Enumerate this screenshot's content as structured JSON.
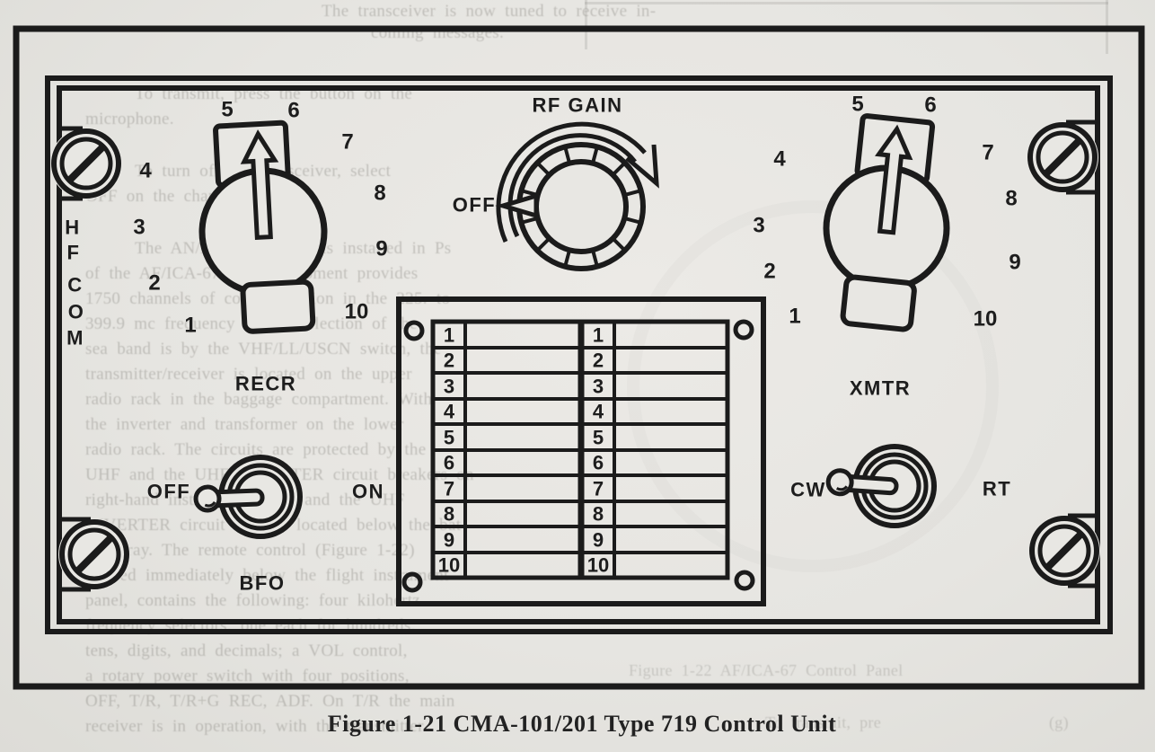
{
  "figure": {
    "caption": "Figure 1-21  CMA-101/201 Type 719 Control Unit"
  },
  "panel": {
    "hf_com": {
      "letters": [
        "H",
        "F",
        "C",
        "O",
        "M"
      ]
    },
    "rf_gain": {
      "label": "RF GAIN",
      "off": "OFF"
    },
    "recr": {
      "label": "RECR",
      "numbers": [
        "1",
        "2",
        "3",
        "4",
        "5",
        "6",
        "7",
        "8",
        "9",
        "10"
      ]
    },
    "xmtr": {
      "label": "XMTR",
      "numbers": [
        "1",
        "2",
        "3",
        "4",
        "5",
        "6",
        "7",
        "8",
        "9",
        "10"
      ]
    },
    "bfo_switch": {
      "off": "OFF",
      "on": "ON",
      "label": "BFO"
    },
    "mode_switch": {
      "cw": "CW",
      "rt": "RT"
    },
    "channel_card": {
      "left": [
        "1",
        "2",
        "3",
        "4",
        "5",
        "6",
        "7",
        "8",
        "9",
        "10"
      ],
      "right": [
        "1",
        "2",
        "3",
        "4",
        "5",
        "6",
        "7",
        "8",
        "9",
        "10"
      ]
    }
  },
  "bleedthrough": {
    "top": [
      "The transceiver is now tuned to receive in-",
      "coming messages."
    ],
    "left": [
      "To transmit, press the button on the",
      "microphone.",
      "To turn off the transceiver, select",
      "OFF on the channel selector.",
      "The AN/ARC-552 UHF is installed in Ps",
      "of the AF/ICA-67. This equipment provides",
      "1750 channels of communication in the 225. to",
      "399.9 mc frequency range. Selection of the",
      "sea band is by the VHF/LL/USCN switch, the",
      "transmitter/receiver is located on the upper",
      "radio rack in the baggage compartment. With",
      "the inverter and transformer on the lower",
      "radio rack. The circuits are protected by the",
      "UHF and the UHF INVERTER circuit breakers on",
      "right-hand instrument panel, and the UHF",
      "INVERTER circuit breaker located below the bat-",
      "tery tray. The remote control (Figure 1-22)",
      "located immediately below the flight instrument",
      "panel, contains the following: four kilohertz",
      "frequency selectors, one each for hundreds,",
      "tens, digits, and decimals; a VOL control,",
      "a rotary power switch with four positions,",
      "OFF, T/R, T/R+G REC, ADF. On T/R the main",
      "receiver is in operation, with the transmitter"
    ],
    "bottom": [
      "Figure 1-22  AF/ICA-67 Control Panel",
      "To transmit, pre",
      "(g)"
    ]
  },
  "colors": {
    "paper": "#e6e5e1",
    "ink": "#1b1b1b",
    "bleed": "#807e78"
  }
}
